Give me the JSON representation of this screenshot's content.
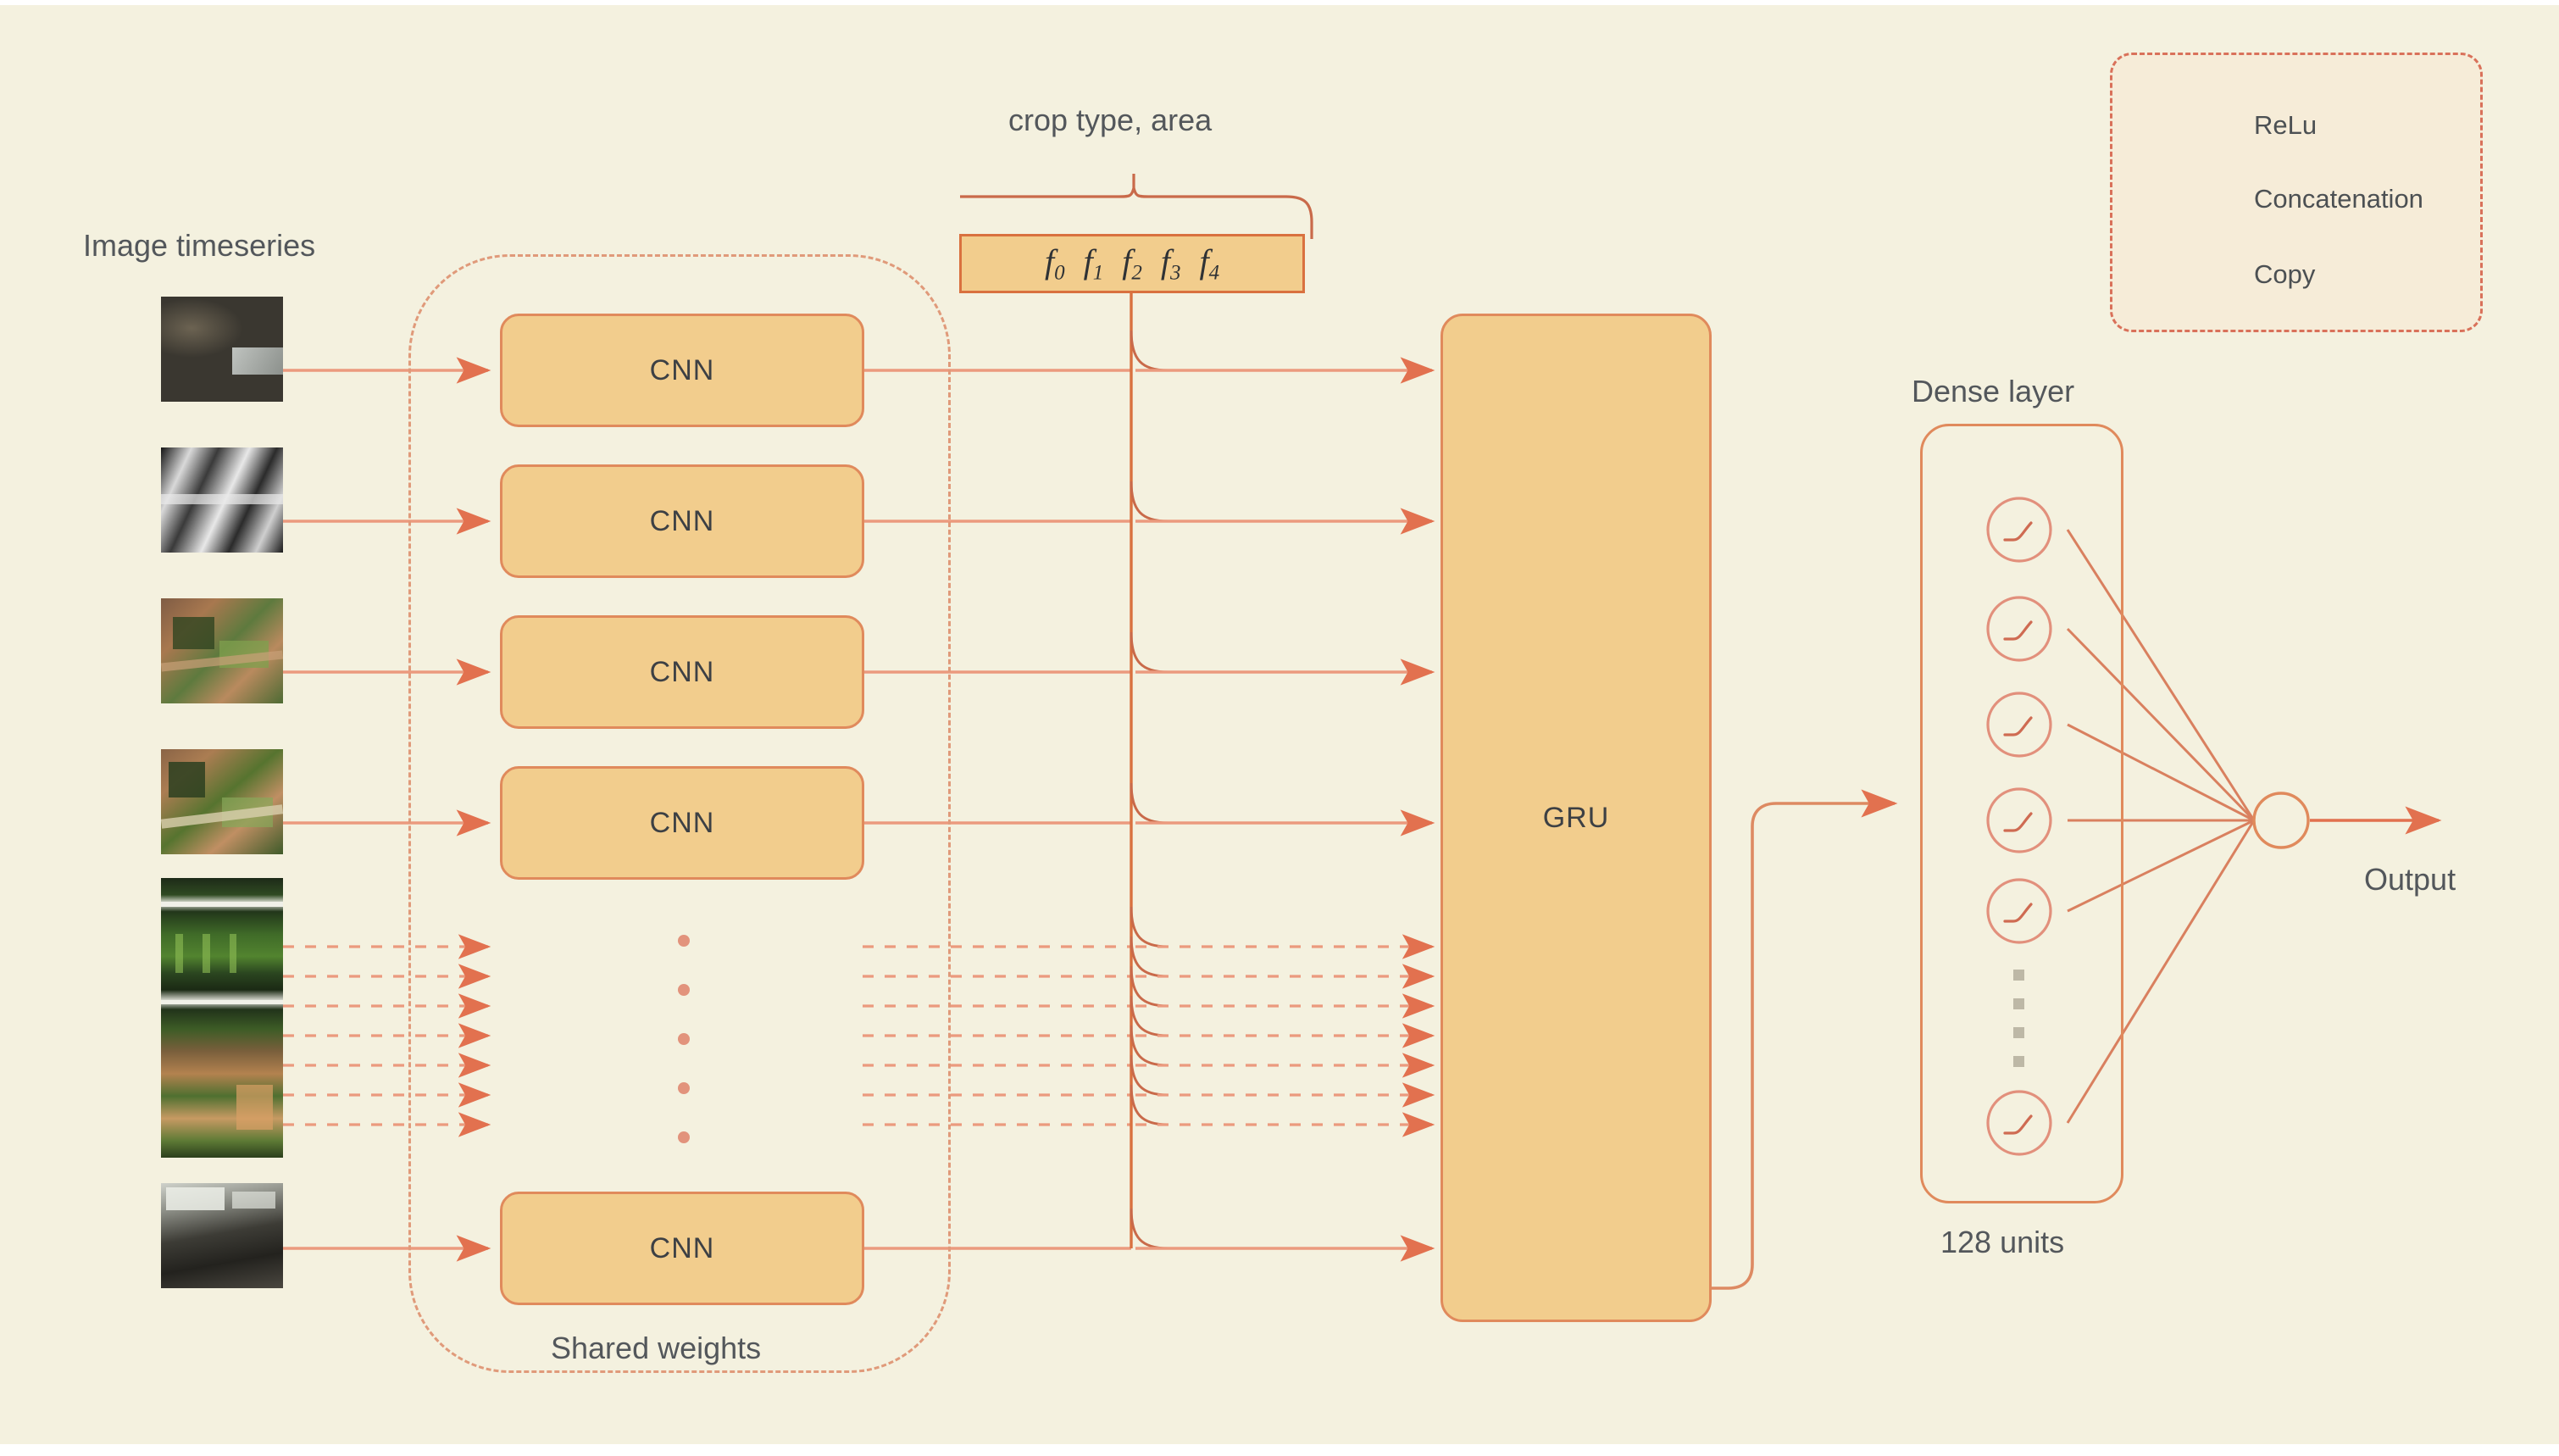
{
  "diagram": {
    "title": "CNN-GRU crop model architecture",
    "background_color": "#f4f1df",
    "accent_fill": "#f2cd8d",
    "accent_stroke": "#e08a5c",
    "arrow_color": "#e2714f",
    "text_color": "#53575b"
  },
  "labels": {
    "image_timeseries": "Image timeseries",
    "crop_type_area": "crop type, area",
    "shared_weights": "Shared weights",
    "dense_layer": "Dense layer",
    "units": "128 units",
    "output": "Output"
  },
  "blocks": {
    "cnn_label": "CNN",
    "gru_label": "GRU",
    "cnn_rows": [
      {
        "label": "CNN"
      },
      {
        "label": "CNN"
      },
      {
        "label": "CNN"
      },
      {
        "label": "CNN"
      },
      {
        "label": "CNN"
      }
    ]
  },
  "features": {
    "base": "f",
    "items": [
      {
        "base": "f",
        "sub": "0"
      },
      {
        "base": "f",
        "sub": "1"
      },
      {
        "base": "f",
        "sub": "2"
      },
      {
        "base": "f",
        "sub": "3"
      },
      {
        "base": "f",
        "sub": "4"
      }
    ]
  },
  "legend": {
    "items": [
      {
        "icon": "relu-circle-icon",
        "label": "ReLu"
      },
      {
        "icon": "concatenation-arrow-icon",
        "label": "Concatenation"
      },
      {
        "icon": "copy-arrow-icon",
        "label": "Copy"
      }
    ]
  },
  "dense": {
    "node_icon": "relu-node-icon",
    "visible_nodes": 6,
    "ellipsis_dots": 4,
    "unit_count": "128 units"
  },
  "flow": {
    "solid_input_rows": 5,
    "dashed_input_rows": 7,
    "ellipsis_dots_cnn": 5
  }
}
